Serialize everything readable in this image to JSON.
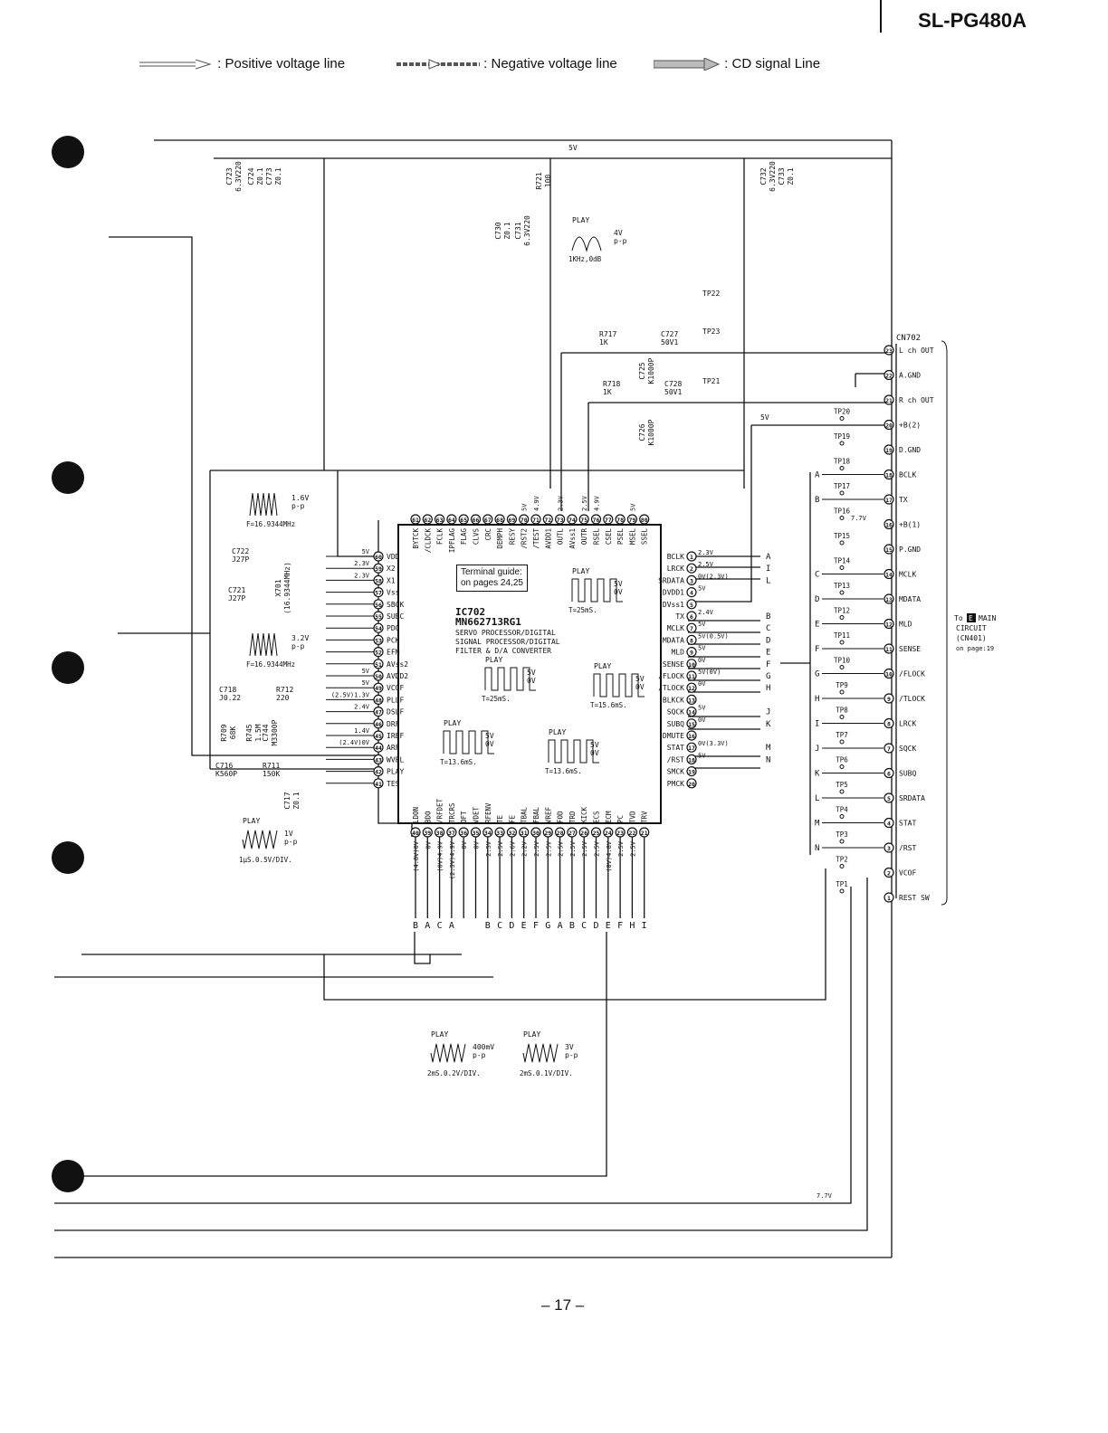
{
  "header": {
    "model": "SL-PG480A"
  },
  "legend": {
    "positive": ": Positive voltage line",
    "negative": ": Negative voltage line",
    "cd": ": CD signal Line"
  },
  "footer": {
    "page": "– 17 –"
  },
  "ic": {
    "ref": "IC702",
    "part": "MN662713RG1",
    "desc1": "SERVO PROCESSOR/DIGITAL",
    "desc2": "SIGNAL PROCESSOR/DIGITAL",
    "desc3": "FILTER & D/A CONVERTER",
    "guide1": "Terminal guide:",
    "guide2": "on pages 24,25",
    "left_pins": [
      {
        "n": "60",
        "name": "VDD",
        "v": "5V"
      },
      {
        "n": "59",
        "name": "X2",
        "v": "2.3V"
      },
      {
        "n": "58",
        "name": "X1",
        "v": "2.3V"
      },
      {
        "n": "57",
        "name": "Vss",
        "v": ""
      },
      {
        "n": "56",
        "name": "SBCK",
        "v": ""
      },
      {
        "n": "55",
        "name": "SUBC",
        "v": ""
      },
      {
        "n": "54",
        "name": "PDO",
        "v": ""
      },
      {
        "n": "53",
        "name": "PCK",
        "v": ""
      },
      {
        "n": "52",
        "name": "EFM",
        "v": ""
      },
      {
        "n": "51",
        "name": "AVss2",
        "v": ""
      },
      {
        "n": "50",
        "name": "AVDD2",
        "v": "5V"
      },
      {
        "n": "49",
        "name": "VCOF",
        "v": "5V"
      },
      {
        "n": "48",
        "name": "PLLF",
        "v": "(2.5V)1.3V"
      },
      {
        "n": "47",
        "name": "DSLF",
        "v": "2.4V"
      },
      {
        "n": "46",
        "name": "DRF",
        "v": ""
      },
      {
        "n": "45",
        "name": "IREF",
        "v": "1.4V"
      },
      {
        "n": "44",
        "name": "ARF",
        "v": "(2.4V)0V"
      },
      {
        "n": "43",
        "name": "WVEL",
        "v": ""
      },
      {
        "n": "42",
        "name": "PLAY",
        "v": ""
      },
      {
        "n": "41",
        "name": "TES",
        "v": ""
      }
    ],
    "right_pins": [
      {
        "n": "1",
        "name": "BCLK",
        "v": "2.3V",
        "tag": "A"
      },
      {
        "n": "2",
        "name": "LRCK",
        "v": "2.5V",
        "tag": "I"
      },
      {
        "n": "3",
        "name": "SRDATA",
        "v": "0V(2.3V)",
        "tag": "L"
      },
      {
        "n": "4",
        "name": "DVDD1",
        "v": "5V",
        "tag": ""
      },
      {
        "n": "5",
        "name": "DVss1",
        "v": "",
        "tag": ""
      },
      {
        "n": "6",
        "name": "TX",
        "v": "2.4V",
        "tag": "B"
      },
      {
        "n": "7",
        "name": "MCLK",
        "v": "5V",
        "tag": "C"
      },
      {
        "n": "8",
        "name": "MDATA",
        "v": "5V(0.5V)",
        "tag": "D"
      },
      {
        "n": "9",
        "name": "MLD",
        "v": "5V",
        "tag": "E"
      },
      {
        "n": "10",
        "name": "SENSE",
        "v": "0V",
        "tag": "F"
      },
      {
        "n": "11",
        "name": "/FLOCK",
        "v": "5V(0V)",
        "tag": "G"
      },
      {
        "n": "12",
        "name": "/TLOCK",
        "v": "0V",
        "tag": "H"
      },
      {
        "n": "13",
        "name": "BLKCK",
        "v": "",
        "tag": ""
      },
      {
        "n": "14",
        "name": "SQCK",
        "v": "5V",
        "tag": "J"
      },
      {
        "n": "15",
        "name": "SUBQ",
        "v": "0V",
        "tag": "K"
      },
      {
        "n": "16",
        "name": "DMUTE",
        "v": "",
        "tag": ""
      },
      {
        "n": "17",
        "name": "STAT",
        "v": "0V(3.3V)",
        "tag": "M"
      },
      {
        "n": "18",
        "name": "/RST",
        "v": "5V",
        "tag": "N"
      },
      {
        "n": "19",
        "name": "SMCK",
        "v": "",
        "tag": ""
      },
      {
        "n": "20",
        "name": "PMCK",
        "v": "",
        "tag": ""
      }
    ],
    "top_pins": [
      {
        "n": "61",
        "name": "BYTCK",
        "v": ""
      },
      {
        "n": "62",
        "name": "/CLDCK",
        "v": ""
      },
      {
        "n": "63",
        "name": "FCLK",
        "v": ""
      },
      {
        "n": "64",
        "name": "IPFLAG",
        "v": ""
      },
      {
        "n": "65",
        "name": "FLAG",
        "v": ""
      },
      {
        "n": "66",
        "name": "CLVS",
        "v": ""
      },
      {
        "n": "67",
        "name": "CRC",
        "v": ""
      },
      {
        "n": "68",
        "name": "DEMPH",
        "v": ""
      },
      {
        "n": "69",
        "name": "RESY",
        "v": ""
      },
      {
        "n": "70",
        "name": "/RST2",
        "v": "5V"
      },
      {
        "n": "71",
        "name": "/TEST",
        "v": "4.9V"
      },
      {
        "n": "72",
        "name": "AVDD1",
        "v": ""
      },
      {
        "n": "73",
        "name": "OUTL",
        "v": "2.3V"
      },
      {
        "n": "74",
        "name": "AVss1",
        "v": ""
      },
      {
        "n": "75",
        "name": "OUTR",
        "v": "2.5V"
      },
      {
        "n": "76",
        "name": "RSEL",
        "v": "4.9V"
      },
      {
        "n": "77",
        "name": "CSEL",
        "v": ""
      },
      {
        "n": "78",
        "name": "PSEL",
        "v": ""
      },
      {
        "n": "79",
        "name": "MSEL",
        "v": "5V"
      },
      {
        "n": "80",
        "name": "SSEL",
        "v": ""
      }
    ],
    "bottom_pins": [
      {
        "n": "40",
        "name": "LDON",
        "v": "(4.8V)0V",
        "tag": "B"
      },
      {
        "n": "39",
        "name": "BDO",
        "v": "0V",
        "tag": "A"
      },
      {
        "n": "38",
        "name": "/RFDET",
        "v": "(0V)4.9V",
        "tag": "C"
      },
      {
        "n": "37",
        "name": "TRCRS",
        "v": "(2.3V)4.9V",
        "tag": "A"
      },
      {
        "n": "36",
        "name": "OFT",
        "v": "0V",
        "tag": ""
      },
      {
        "n": "35",
        "name": "VDET",
        "v": "0V",
        "tag": ""
      },
      {
        "n": "34",
        "name": "RFENV",
        "v": "2.5V",
        "tag": "B"
      },
      {
        "n": "33",
        "name": "TE",
        "v": "2.5V",
        "tag": "C"
      },
      {
        "n": "32",
        "name": "FE",
        "v": "2.6V",
        "tag": "D"
      },
      {
        "n": "31",
        "name": "TBAL",
        "v": "2.2V",
        "tag": "E"
      },
      {
        "n": "30",
        "name": "FBAL",
        "v": "2.5V",
        "tag": "F"
      },
      {
        "n": "29",
        "name": "VREF",
        "v": "2.5V",
        "tag": "G"
      },
      {
        "n": "28",
        "name": "FOD",
        "v": "2.5V",
        "tag": "A"
      },
      {
        "n": "27",
        "name": "TRD",
        "v": "2.5V",
        "tag": "B"
      },
      {
        "n": "26",
        "name": "KICK",
        "v": "2.5V",
        "tag": "C"
      },
      {
        "n": "25",
        "name": "ECS",
        "v": "2.5V",
        "tag": "D"
      },
      {
        "n": "24",
        "name": "ECM",
        "v": "(0V)4.8V",
        "tag": "E"
      },
      {
        "n": "23",
        "name": "PC",
        "v": "2.5V",
        "tag": "F"
      },
      {
        "n": "22",
        "name": "TVD",
        "v": "2.5V",
        "tag": "H"
      },
      {
        "n": "21",
        "name": "TRV",
        "v": "",
        "tag": "I"
      }
    ]
  },
  "connector": {
    "ref": "CN702",
    "pins": [
      {
        "n": "23",
        "name": "L ch OUT"
      },
      {
        "n": "22",
        "name": "A.GND"
      },
      {
        "n": "21",
        "name": "R ch OUT"
      },
      {
        "n": "20",
        "name": "+B(2)"
      },
      {
        "n": "19",
        "name": "D.GND"
      },
      {
        "n": "18",
        "name": "BCLK"
      },
      {
        "n": "17",
        "name": "TX"
      },
      {
        "n": "16",
        "name": "+B(1)"
      },
      {
        "n": "15",
        "name": "P.GND"
      },
      {
        "n": "14",
        "name": "MCLK"
      },
      {
        "n": "13",
        "name": "MDATA"
      },
      {
        "n": "12",
        "name": "MLD"
      },
      {
        "n": "11",
        "name": "SENSE"
      },
      {
        "n": "10",
        "name": "/FLOCK"
      },
      {
        "n": "9",
        "name": "/TLOCK"
      },
      {
        "n": "8",
        "name": "LRCK"
      },
      {
        "n": "7",
        "name": "SQCK"
      },
      {
        "n": "6",
        "name": "SUBQ"
      },
      {
        "n": "5",
        "name": "SRDATA"
      },
      {
        "n": "4",
        "name": "STAT"
      },
      {
        "n": "3",
        "name": "/RST"
      },
      {
        "n": "2",
        "name": "VCOF"
      },
      {
        "n": "1",
        "name": "REST SW"
      }
    ],
    "left_tags": [
      {
        "tag": "A",
        "row": 5
      },
      {
        "tag": "B",
        "row": 6
      },
      {
        "tag": "C",
        "row": 9
      },
      {
        "tag": "D",
        "row": 10
      },
      {
        "tag": "E",
        "row": 11
      },
      {
        "tag": "F",
        "row": 12
      },
      {
        "tag": "G",
        "row": 13
      },
      {
        "tag": "H",
        "row": 14
      },
      {
        "tag": "I",
        "row": 15
      },
      {
        "tag": "J",
        "row": 16
      },
      {
        "tag": "K",
        "row": 17
      },
      {
        "tag": "L",
        "row": 18
      },
      {
        "tag": "M",
        "row": 19
      },
      {
        "tag": "N",
        "row": 20
      }
    ],
    "testpoints": [
      {
        "name": "TP20",
        "row": 3
      },
      {
        "name": "TP19",
        "row": 4
      },
      {
        "name": "TP18",
        "row": 5
      },
      {
        "name": "TP17",
        "row": 6
      },
      {
        "name": "TP16",
        "row": 7
      },
      {
        "name": "TP15",
        "row": 8
      },
      {
        "name": "TP14",
        "row": 9
      },
      {
        "name": "TP13",
        "row": 10
      },
      {
        "name": "TP12",
        "row": 11
      },
      {
        "name": "TP11",
        "row": 12
      },
      {
        "name": "TP10",
        "row": 13
      },
      {
        "name": "TP9",
        "row": 14
      },
      {
        "name": "TP8",
        "row": 15
      },
      {
        "name": "TP7",
        "row": 16
      },
      {
        "name": "TP6",
        "row": 17
      },
      {
        "name": "TP5",
        "row": 18
      },
      {
        "name": "TP4",
        "row": 19
      },
      {
        "name": "TP3",
        "row": 20
      },
      {
        "name": "TP2",
        "row": 21
      },
      {
        "name": "TP1",
        "row": 22
      }
    ],
    "dest1": "To",
    "dest_badge": "E",
    "dest2": "MAIN",
    "dest3": "CIRCUIT",
    "dest4": "(CN401)",
    "dest5": "on page:19",
    "v77": "7.7V"
  },
  "components": [
    {
      "ref": "C723",
      "val": "6.3V220"
    },
    {
      "ref": "C724",
      "val": "Z0.1"
    },
    {
      "ref": "C773",
      "val": "Z0.1"
    },
    {
      "ref": "C730",
      "val": "Z0.1"
    },
    {
      "ref": "C731",
      "val": "6.3V220"
    },
    {
      "ref": "R721",
      "val": "100"
    },
    {
      "ref": "C732",
      "val": "6.3V220"
    },
    {
      "ref": "C733",
      "val": "Z0.1"
    },
    {
      "ref": "R717",
      "val": "1K"
    },
    {
      "ref": "R718",
      "val": "1K"
    },
    {
      "ref": "C725",
      "val": "K1000P"
    },
    {
      "ref": "C726",
      "val": "K1000P"
    },
    {
      "ref": "C727",
      "val": "50V1"
    },
    {
      "ref": "C728",
      "val": "50V1"
    },
    {
      "ref": "C722",
      "val": "J27P"
    },
    {
      "ref": "C721",
      "val": "J27P"
    },
    {
      "ref": "X701",
      "val": "(16.9344MHz)"
    },
    {
      "ref": "C718",
      "val": "J0.22"
    },
    {
      "ref": "R712",
      "val": "220"
    },
    {
      "ref": "R709",
      "val": "68K"
    },
    {
      "ref": "R745",
      "val": "1.5M"
    },
    {
      "ref": "C744",
      "val": "M3300P"
    },
    {
      "ref": "C716",
      "val": "K560P"
    },
    {
      "ref": "R711",
      "val": "150K"
    },
    {
      "ref": "C717",
      "val": "Z0.1"
    }
  ],
  "labels": {
    "v5": "5V",
    "tp22": "TP22",
    "tp23": "TP23",
    "tp21": "TP21"
  },
  "waveforms": [
    {
      "id": "w1",
      "play": "PLAY",
      "amp": "4V",
      "unit": "p-p",
      "note": "1KHz,0dB"
    },
    {
      "id": "w2",
      "play": "",
      "amp": "1.6V",
      "unit": "p-p",
      "note": "F=16.9344MHz"
    },
    {
      "id": "w3",
      "play": "",
      "amp": "3.2V",
      "unit": "p-p",
      "note": "F=16.9344MHz"
    },
    {
      "id": "w4",
      "play": "PLAY",
      "amp": "5V",
      "unit": "0V",
      "note": "T=25mS."
    },
    {
      "id": "w5",
      "play": "PLAY",
      "amp": "5V",
      "unit": "0V",
      "note": "T=25mS."
    },
    {
      "id": "w6",
      "play": "PLAY",
      "amp": "5V",
      "unit": "0V",
      "note": "T=15.6mS."
    },
    {
      "id": "w7",
      "play": "PLAY",
      "amp": "5V",
      "unit": "0V",
      "note": "T=13.6mS."
    },
    {
      "id": "w8",
      "play": "PLAY",
      "amp": "5V",
      "unit": "0V",
      "note": "T=13.6mS."
    },
    {
      "id": "w9",
      "play": "PLAY",
      "amp": "1V",
      "unit": "p-p",
      "note": "1μS.0.5V/DIV."
    },
    {
      "id": "w10",
      "play": "PLAY",
      "amp": "400mV",
      "unit": "p-p",
      "note": "2mS.0.2V/DIV."
    },
    {
      "id": "w11",
      "play": "PLAY",
      "amp": "3V",
      "unit": "p-p",
      "note": "2mS.0.1V/DIV."
    }
  ]
}
